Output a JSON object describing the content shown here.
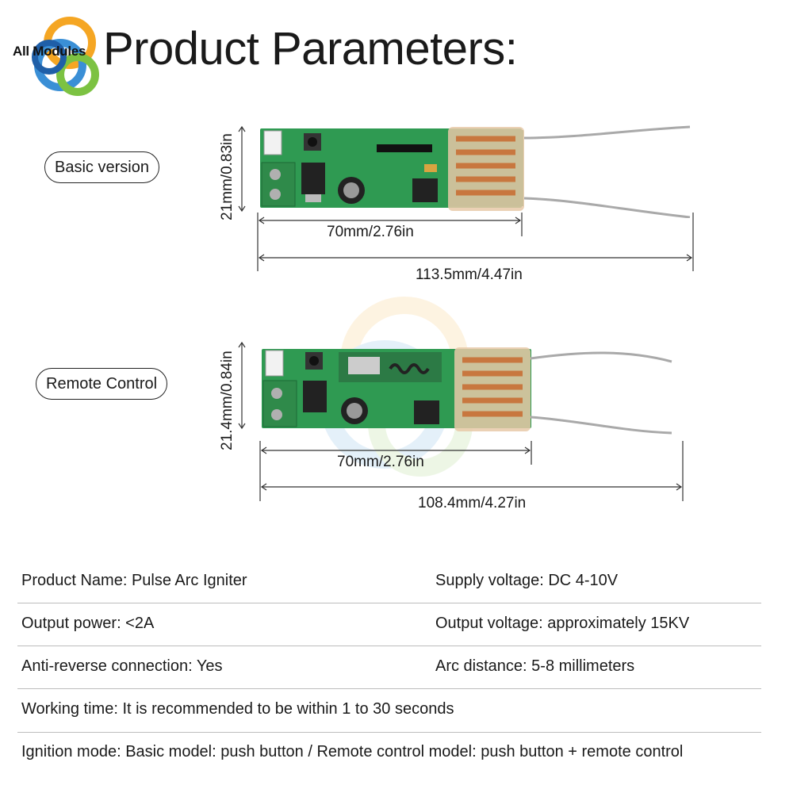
{
  "brand": {
    "logo_text": "All Modules"
  },
  "title": "Product Parameters:",
  "versions": [
    {
      "label": "Basic version",
      "height_dim": "21mm/0.83in",
      "board_dim": "70mm/2.76in",
      "total_dim": "113.5mm/4.47in"
    },
    {
      "label": "Remote Control",
      "height_dim": "21.4mm/0.84in",
      "board_dim": "70mm/2.76in",
      "total_dim": "108.4mm/4.27in"
    }
  ],
  "specs": {
    "product_name": "Product Name: Pulse Arc Igniter",
    "supply_voltage": "Supply voltage: DC 4-10V",
    "output_power": "Output power: <2A",
    "output_voltage": "Output voltage: approximately 15KV",
    "anti_reverse": "Anti-reverse connection: Yes",
    "arc_distance": "Arc distance: 5-8 millimeters",
    "working_time": "Working time: It is recommended to be within 1 to 30 seconds",
    "ignition_mode": "Ignition mode: Basic model: push button / Remote control model: push button + remote control"
  },
  "colors": {
    "pcb": "#2f9a52",
    "coil": "#c8773f",
    "terminal": "#2f8a4a",
    "line": "#bdbdbd"
  }
}
